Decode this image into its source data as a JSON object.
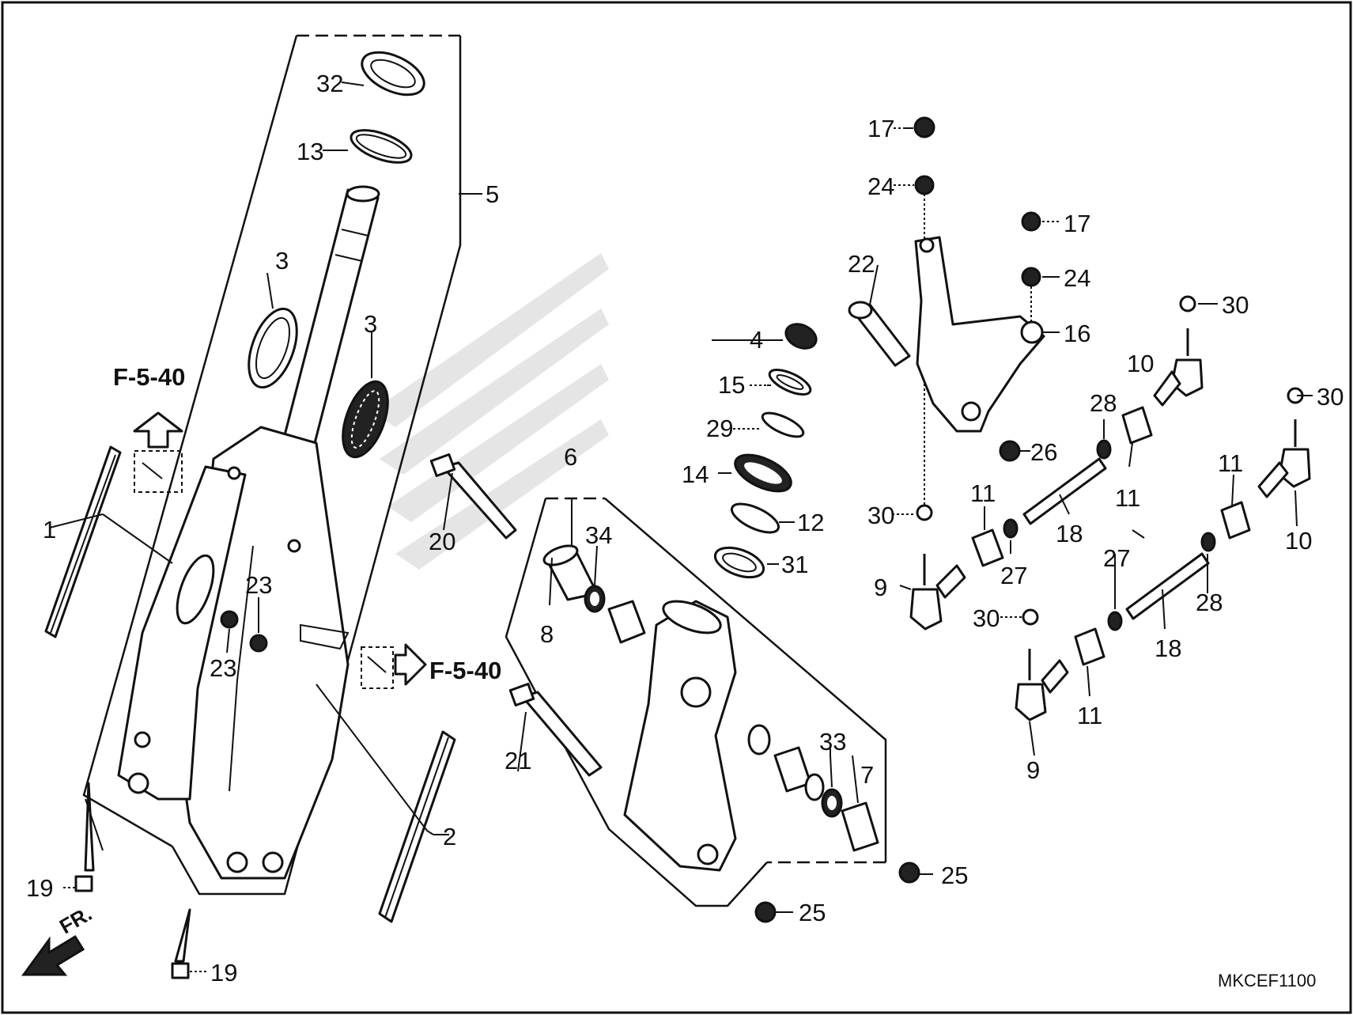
{
  "diagram": {
    "callouts": [
      {
        "id": "c1",
        "label": "1"
      },
      {
        "id": "c2",
        "label": "2"
      },
      {
        "id": "c3a",
        "label": "3"
      },
      {
        "id": "c3b",
        "label": "3"
      },
      {
        "id": "c4",
        "label": "4"
      },
      {
        "id": "c5",
        "label": "5"
      },
      {
        "id": "c6",
        "label": "6"
      },
      {
        "id": "c7",
        "label": "7"
      },
      {
        "id": "c8",
        "label": "8"
      },
      {
        "id": "c9a",
        "label": "9"
      },
      {
        "id": "c9b",
        "label": "9"
      },
      {
        "id": "c10a",
        "label": "10"
      },
      {
        "id": "c10b",
        "label": "10"
      },
      {
        "id": "c11a",
        "label": "11"
      },
      {
        "id": "c11b",
        "label": "11"
      },
      {
        "id": "c11c",
        "label": "11"
      },
      {
        "id": "c11d",
        "label": "11"
      },
      {
        "id": "c12",
        "label": "12"
      },
      {
        "id": "c13",
        "label": "13"
      },
      {
        "id": "c14",
        "label": "14"
      },
      {
        "id": "c15",
        "label": "15"
      },
      {
        "id": "c16",
        "label": "16"
      },
      {
        "id": "c17a",
        "label": "17"
      },
      {
        "id": "c17b",
        "label": "17"
      },
      {
        "id": "c18a",
        "label": "18"
      },
      {
        "id": "c18b",
        "label": "18"
      },
      {
        "id": "c19a",
        "label": "19"
      },
      {
        "id": "c19b",
        "label": "19"
      },
      {
        "id": "c20",
        "label": "20"
      },
      {
        "id": "c21",
        "label": "21"
      },
      {
        "id": "c22",
        "label": "22"
      },
      {
        "id": "c23a",
        "label": "23"
      },
      {
        "id": "c23b",
        "label": "23"
      },
      {
        "id": "c24a",
        "label": "24"
      },
      {
        "id": "c24b",
        "label": "24"
      },
      {
        "id": "c25a",
        "label": "25"
      },
      {
        "id": "c25b",
        "label": "25"
      },
      {
        "id": "c26",
        "label": "26"
      },
      {
        "id": "c27a",
        "label": "27"
      },
      {
        "id": "c27b",
        "label": "27"
      },
      {
        "id": "c28a",
        "label": "28"
      },
      {
        "id": "c28b",
        "label": "28"
      },
      {
        "id": "c29",
        "label": "29"
      },
      {
        "id": "c30a",
        "label": "30"
      },
      {
        "id": "c30b",
        "label": "30"
      },
      {
        "id": "c30c",
        "label": "30"
      },
      {
        "id": "c30d",
        "label": "30"
      },
      {
        "id": "c31",
        "label": "31"
      },
      {
        "id": "c32",
        "label": "32"
      },
      {
        "id": "c33",
        "label": "33"
      },
      {
        "id": "c34",
        "label": "34"
      }
    ],
    "references": [
      {
        "id": "ref-up",
        "label": "F-5-40"
      },
      {
        "id": "ref-right",
        "label": "F-5-40"
      }
    ],
    "direction_label": "FR.",
    "diagram_code": "MKCEF1100"
  }
}
